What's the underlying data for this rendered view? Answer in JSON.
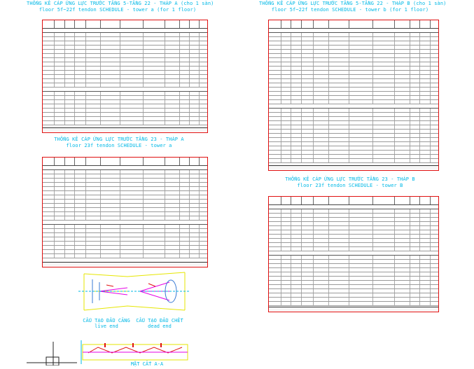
{
  "titles": {
    "t1": {
      "line1": "THỐNG KÊ CÁP ỨNG LỰC TRƯỚC TẦNG 5-TẦNG 22 - THÁP A (cho 1 sàn)",
      "line2": "floor 5f~22f tendon SCHEDULE  - tower a (for 1 floor)"
    },
    "t2": {
      "line1": "THỐNG KÊ CÁP ỨNG LỰC TRƯỚC TẦNG 5-TẦNG 22 - THÁP B (cho 1 sàn)",
      "line2": "floor 5f~22f tendon SCHEDULE  - tower b (for 1 floor)"
    },
    "t3": {
      "line1": "THỐNG KÊ CÁP ỨNG LỰC TRƯỚC TẦNG 23 - THÁP A",
      "line2": "floor 23f tendon SCHEDULE  - tower a"
    },
    "t4": {
      "line1": "THỐNG KÊ CÁP ỨNG LỰC TRƯỚC TẦNG 23 - THÁP B",
      "line2": "floor 23f tendon SCHEDULE  - tower B"
    }
  },
  "captions": {
    "live": {
      "line1": "CẤU TẠO ĐẦU CĂNG",
      "line2": "live end"
    },
    "dead": {
      "line1": "CẤU TẠO ĐẦU CHẾT",
      "line2": "dead end"
    },
    "section": {
      "line1": "MẶT CẮT A-A"
    }
  },
  "colors": {
    "title": "#00b8e6",
    "border": "#e01010",
    "drawing_yellow": "#e6e600",
    "drawing_magenta": "#e600e6",
    "drawing_red": "#e01010"
  }
}
